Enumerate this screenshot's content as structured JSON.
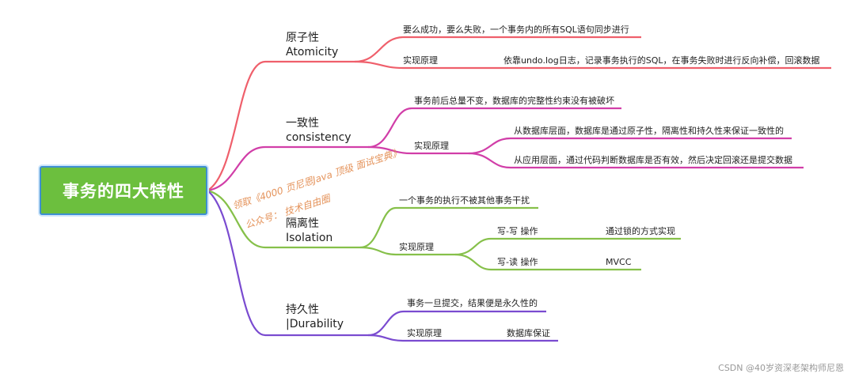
{
  "root": {
    "label": "事务的四大特性"
  },
  "branches": {
    "atomicity": {
      "title_cn": "原子性",
      "title_en": "Atomicity",
      "desc": "要么成功，要么失败，一个事务内的所有SQL语句同步进行",
      "impl_label": "实现原理",
      "impl_text": "依靠undo.log日志，记录事务执行的SQL，在事务失败时进行反向补偿，回滚数据"
    },
    "consistency": {
      "title_cn": "一致性",
      "title_en": "consistency",
      "desc": "事务前后总量不变，数据库的完整性约束没有被破坏",
      "impl_label": "实现原理",
      "impl_db": "从数据库层面，数据库是通过原子性，隔离性和持久性来保证一致性的",
      "impl_app": "从应用层面，通过代码判断数据库是否有效，然后决定回滚还是提交数据"
    },
    "isolation": {
      "title_cn": "隔离性",
      "title_en": "Isolation",
      "desc": "一个事务的执行不被其他事务干扰",
      "impl_label": "实现原理",
      "ww_label": "写-写 操作",
      "ww_impl": "通过锁的方式实现",
      "wr_label": "写-读 操作",
      "wr_impl": "MVCC"
    },
    "durability": {
      "title_cn": "持久性",
      "title_en": "|Durability",
      "desc": "事务一旦提交，结果便是永久性的",
      "impl_label": "实现原理",
      "impl_text": "数据库保证"
    }
  },
  "watermark": {
    "line1": "领取《4000 页尼恩Java 顶级 面试宝典》",
    "line2": "公众号：  技术自由圈"
  },
  "credit": "CSDN @40岁资深老架构师尼恩",
  "colors": {
    "atomicity": "#ef5f6b",
    "consistency": "#d13ea8",
    "isolation": "#86c04a",
    "durability": "#7a4bd0",
    "root_fill": "#6cbf3e",
    "root_border": "#3e8fd1"
  }
}
